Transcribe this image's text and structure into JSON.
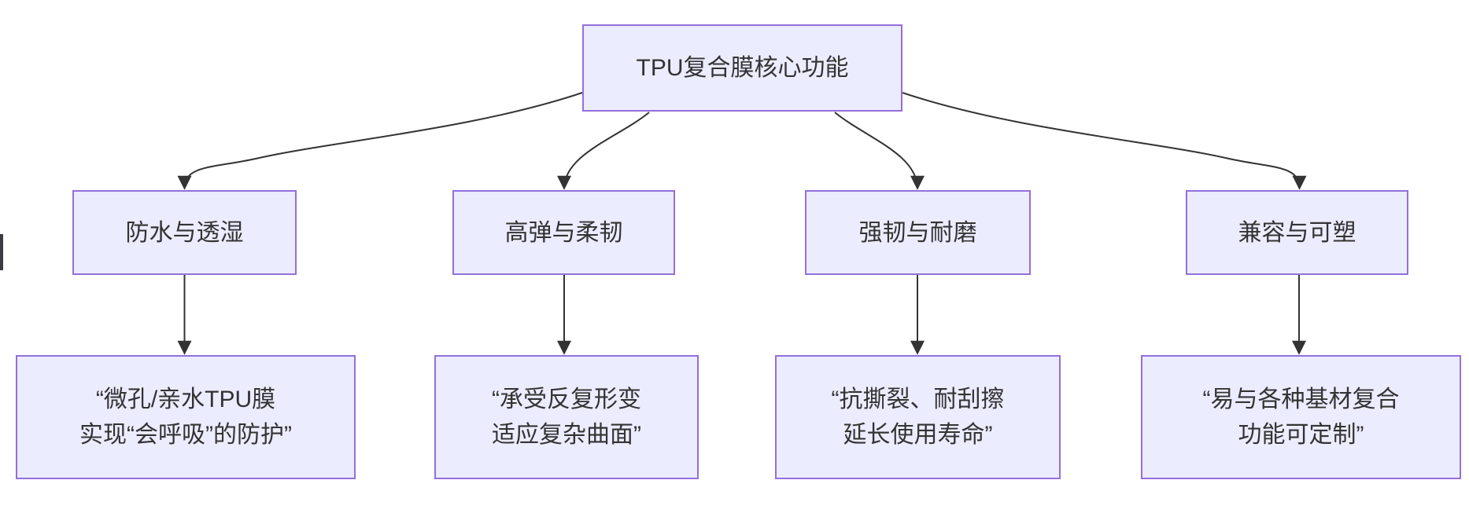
{
  "colors": {
    "node_fill": "#ECECFF",
    "node_border": "#9370DB",
    "edge_line": "#333333",
    "text": "#333333",
    "background": "#FFFFFF"
  },
  "nodes": {
    "root": {
      "label": "TPU复合膜核心功能"
    },
    "branches": [
      {
        "label": "防水与透湿",
        "detail_line1": "“微孔/亲水TPU膜",
        "detail_line2": "实现“会呼吸”的防护”"
      },
      {
        "label": "高弹与柔韧",
        "detail_line1": "“承受反复形变",
        "detail_line2": "适应复杂曲面”"
      },
      {
        "label": "强韧与耐磨",
        "detail_line1": "“抗撕裂、耐刮擦",
        "detail_line2": "延长使用寿命”"
      },
      {
        "label": "兼容与可塑",
        "detail_line1": "“易与各种基材复合",
        "detail_line2": "功能可定制”"
      }
    ]
  },
  "edges": [
    {
      "from": "TPU复合膜核心功能",
      "to": "防水与透湿"
    },
    {
      "from": "TPU复合膜核心功能",
      "to": "高弹与柔韧"
    },
    {
      "from": "TPU复合膜核心功能",
      "to": "强韧与耐磨"
    },
    {
      "from": "TPU复合膜核心功能",
      "to": "兼容与可塑"
    },
    {
      "from": "防水与透湿",
      "to": "“微孔/亲水TPU膜 实现“会呼吸”的防护”"
    },
    {
      "from": "高弹与柔韧",
      "to": "“承受反复形变 适应复杂曲面”"
    },
    {
      "from": "强韧与耐磨",
      "to": "“抗撕裂、耐刮擦 延长使用寿命”"
    },
    {
      "from": "兼容与可塑",
      "to": "“易与各种基材复合 功能可定制”"
    }
  ]
}
